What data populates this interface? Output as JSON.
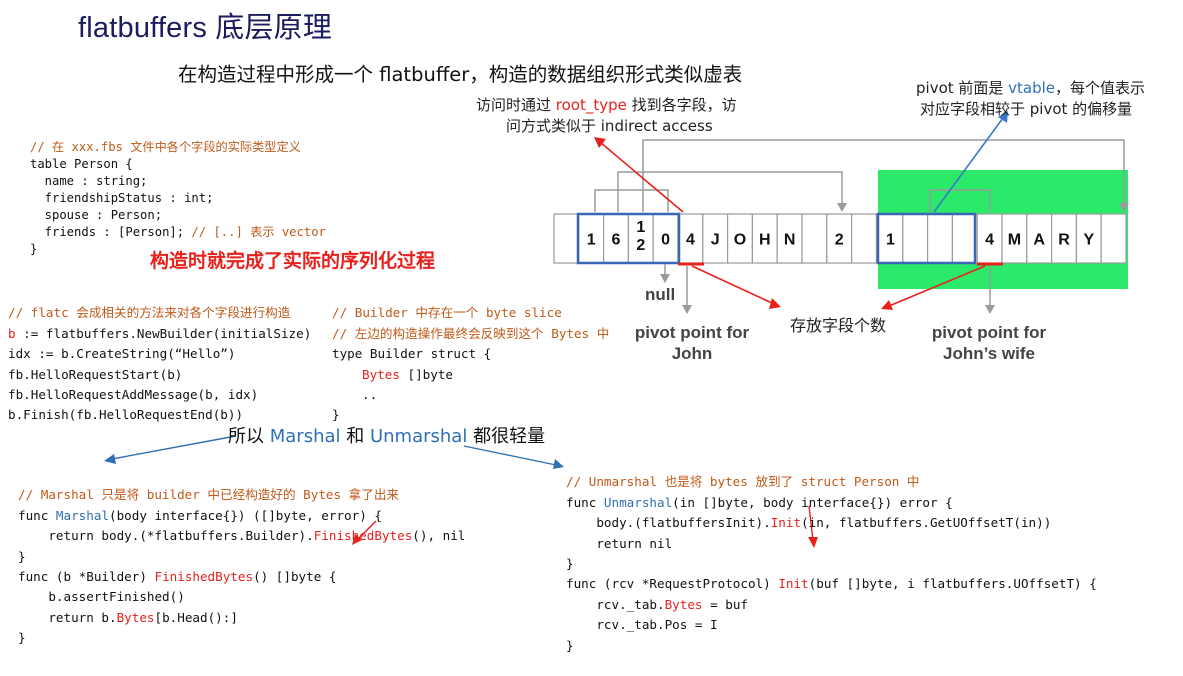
{
  "title": "flatbuffers 底层原理",
  "subtitle": "在构造过程中形成一个 flatbuffer，构造的数据组织形式类似虚表",
  "notes": {
    "root_type": {
      "pre": "访问时通过 ",
      "key": "root_type",
      "post": " 找到各字段，访",
      "line2": "问方式类似于 indirect access"
    },
    "pivot": {
      "pre": "pivot 前面是 ",
      "key": "vtable",
      "post": "，每个值表示",
      "line2": "对应字段相较于 pivot 的偏移量"
    }
  },
  "schema_code": {
    "comment": "// 在 xxx.fbs 文件中各个字段的实际类型定义",
    "lines": [
      "table Person {",
      "  name : string;",
      "  friendshipStatus : int;",
      "  spouse : Person;",
      "  friends : [Person];"
    ],
    "friends_comment": " // [..] 表示 vector",
    "close": "}"
  },
  "big_red_text": "构造时就完成了实际的序列化过程",
  "flatc_code": {
    "comment": "// flatc 会成相关的方法来对各个字段进行构造",
    "line1_var": "b",
    "line1_rest": " := flatbuffers.NewBuilder(initialSize)",
    "lines": [
      "idx := b.CreateString(“Hello”)",
      "fb.HelloRequestStart(b)",
      "fb.HelloRequestAddMessage(b, idx)",
      "b.Finish(fb.HelloRequestEnd(b))"
    ]
  },
  "builder_code": {
    "comment1": "// Builder 中存在一个 byte slice",
    "comment2": "// 左边的构造操作最终会反映到这个 Bytes 中",
    "line1": "type Builder struct {",
    "field_name": "Bytes",
    "field_type": " []byte",
    "dots": "..",
    "close": "}"
  },
  "diagram": {
    "cells_john": [
      "1",
      "6",
      "1\n2",
      "0",
      "4",
      "J",
      "O",
      "H",
      "N",
      "",
      "2"
    ],
    "cells_mary": [
      "1",
      "",
      "",
      "",
      "4",
      "M",
      "A",
      "R",
      "Y",
      ""
    ],
    "null_label": "null",
    "pivot_john": [
      "pivot point for",
      "John"
    ],
    "pivot_wife": [
      "pivot point for",
      "John’s wife"
    ],
    "count_label": "存放字段个数",
    "highlight_color": "#2bea6a",
    "vtable_color": "#3a66b5",
    "arrow_red": "#e8211c",
    "arrow_blue": "#3a78c8"
  },
  "bottom_title": {
    "pre": "所以 ",
    "marshal": "Marshal",
    "mid": " 和 ",
    "unmarshal": "Unmarshal",
    "post": " 都很轻量"
  },
  "marshal_code": {
    "comment": "// Marshal 只是将 builder 中已经构造好的 Bytes 拿了出来",
    "l1_pre": "func ",
    "l1_name": "Marshal",
    "l1_post": "(body interface{}) ([]byte, error) {",
    "l2_pre": "    return body.(*flatbuffers.Builder).",
    "l2_name": "FinishedBytes",
    "l2_post": "(), nil",
    "l3": "}",
    "l4_pre": "func (b *Builder) ",
    "l4_name": "FinishedBytes",
    "l4_post": "() []byte {",
    "l5": "    b.assertFinished()",
    "l6_pre": "    return b.",
    "l6_name": "Bytes",
    "l6_post": "[b.Head():]",
    "l7": "}"
  },
  "unmarshal_code": {
    "comment": "// Unmarshal 也是将 bytes 放到了 struct Person 中",
    "l1_pre": "func ",
    "l1_name": "Unmarshal",
    "l1_post": "(in []byte, body interface{}) error {",
    "l2_pre": "    body.(flatbuffersInit).",
    "l2_name": "Init",
    "l2_post": "(in, flatbuffers.GetUOffsetT(in))",
    "l3": "    return nil",
    "l4": "}",
    "l5_pre": "func (rcv *RequestProtocol) ",
    "l5_name": "Init",
    "l5_post": "(buf []byte, i flatbuffers.UOffsetT) {",
    "l6_pre": "    rcv._tab.",
    "l6_name": "Bytes",
    "l6_post": " = buf",
    "l7": "    rcv._tab.Pos = I",
    "l8": "}"
  }
}
